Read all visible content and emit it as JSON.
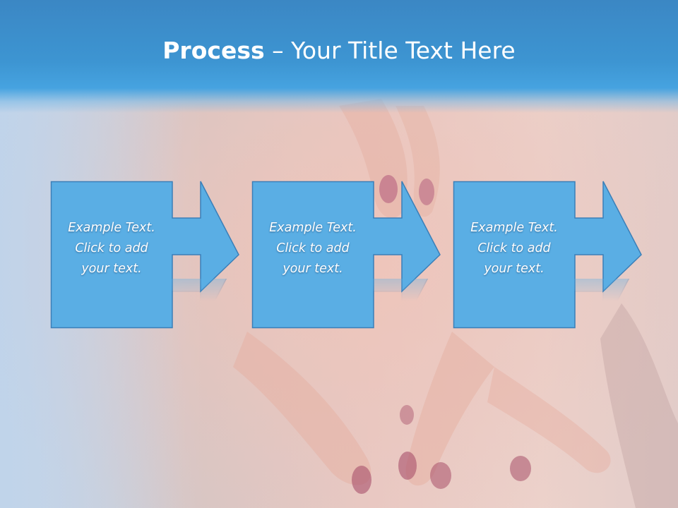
{
  "slide": {
    "title_bold": "Process",
    "title_dash": " – ",
    "title_rest": "Your Title Text Here"
  },
  "steps": [
    {
      "line1": "Example Text.",
      "line2": "Click  to add",
      "line3": "your text."
    },
    {
      "line1": "Example Text.",
      "line2": "Click  to add",
      "line3": "your text."
    },
    {
      "line1": "Example Text.",
      "line2": "Click  to add",
      "line3": "your text."
    }
  ],
  "colors": {
    "header": "#3d95d2",
    "box_fill": "#5aaee4",
    "box_stroke": "#3b7fb8",
    "text": "#ffffff"
  },
  "icons": {
    "step_arrow": "right-arrow-icon",
    "background": "hands-heart-photo"
  }
}
